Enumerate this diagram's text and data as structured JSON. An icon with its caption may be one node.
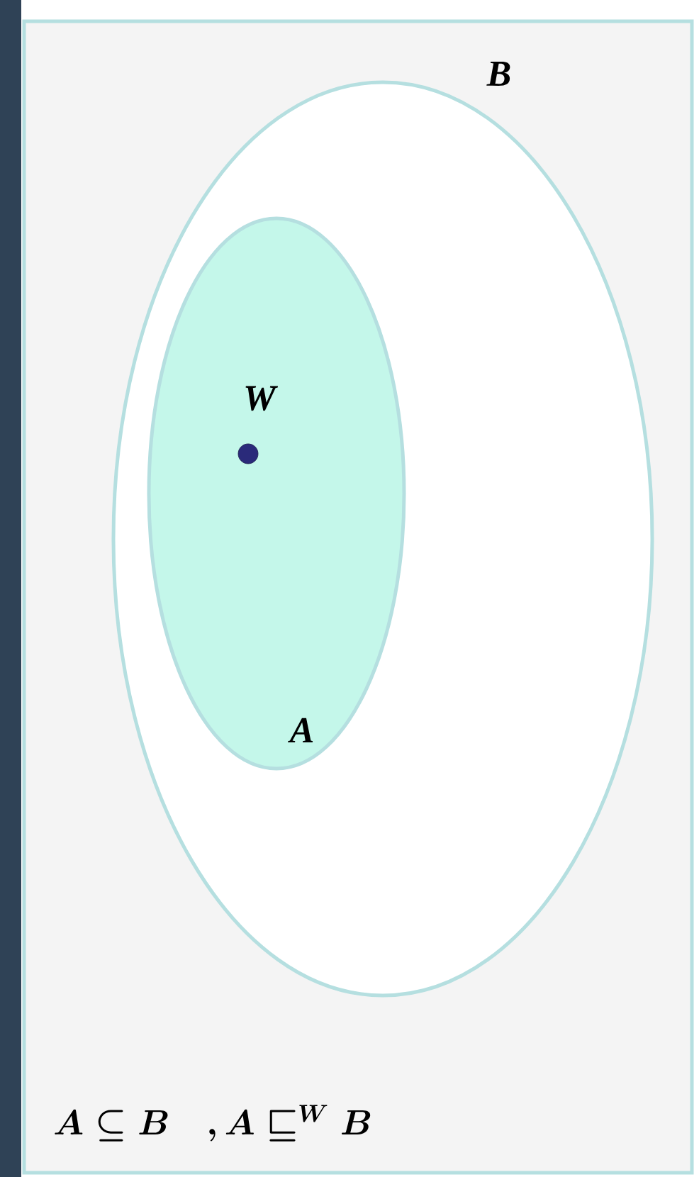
{
  "diagram": {
    "nodes": [
      {
        "text": [
          "B"
        ]
      },
      {
        "text": [
          "A"
        ],
        "in": 0
      },
      {
        "text": [
          "W"
        ],
        "in": 1
      }
    ],
    "labels": [
      "A \\subseteq B \\quad , A \\sqsubseteq^{W} B"
    ]
  }
}
